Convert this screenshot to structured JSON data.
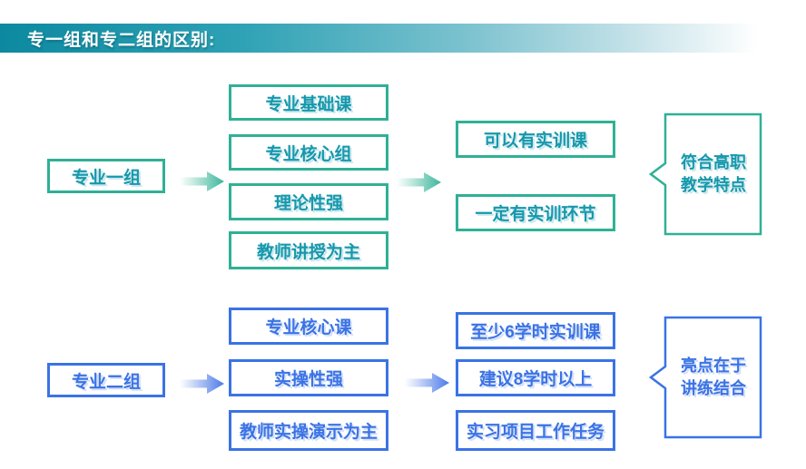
{
  "header": {
    "title": "专一组和专二组的区别:"
  },
  "colors": {
    "header_gradient_start": "#0c89a0",
    "teal_border": "#2fb096",
    "teal_text": "#1698ac",
    "blue": "#3b73e5"
  },
  "group1": {
    "name": "专业一组",
    "items": [
      "专业基础课",
      "专业核心组",
      "理论性强",
      "教师讲授为主"
    ],
    "outcomes": [
      "可以有实训课",
      "一定有实训环节"
    ],
    "callout_line1": "符合高职",
    "callout_line2": "教学特点"
  },
  "group2": {
    "name": "专业二组",
    "items": [
      "专业核心课",
      "实操性强",
      "教师实操演示为主"
    ],
    "outcomes": [
      "至少6学时实训课",
      "建议8学时以上",
      "实习项目工作任务"
    ],
    "callout_line1": "亮点在于",
    "callout_line2": "讲练结合"
  }
}
